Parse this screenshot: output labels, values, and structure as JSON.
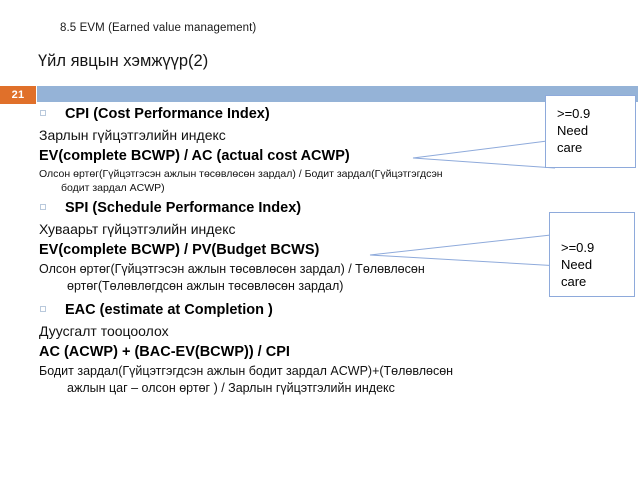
{
  "slide": {
    "number": "21",
    "kicker": "8.5 EVM (Earned value management)",
    "title": "Үйл явцын хэмжүүр(2)",
    "accent_blue": "#95b3d7",
    "accent_orange": "#e0702a",
    "callout_border": "#8eaadb"
  },
  "sections": [
    {
      "heading": "CPI (Cost Performance Index)",
      "gloss": "Зарлын гүйцэтгэлийн индекс",
      "formula": "EV(complete BCWP) / AC (actual cost ACWP)",
      "note_line1": "Олсон өртөг(Гүйцэтгэсэн ажлын төсөвлөсөн зардал) / Бодит зардал(Гүйцэтгэгдсэн",
      "note_line2": "бодит зардал ACWP)"
    },
    {
      "heading": "SPI (Schedule Performance Index)",
      "gloss": "Хуваарьт гүйцэтгэлийн индекс",
      "formula": "EV(complete BCWP) / PV(Budget BCWS)",
      "note_line1": "Олсон өртөг(Гүйцэтгэсэн ажлын төсөвлөсөн зардал) / Төлөвлөсөн",
      "note_line2": "өртөг(Төлөвлөгдсөн ажлын төсөвлөсөн зардал)"
    },
    {
      "heading": "EAC (estimate at Completion )",
      "gloss": "Дуусгалт тооцоолох",
      "formula": "AC (ACWP) + (BAC-EV(BCWP)) / CPI",
      "note_line1": "Бодит зардал(Гүйцэтгэгдсэн ажлын бодит зардал ACWP)+(Төлөвлөсөн",
      "note_line2": "ажлын цаг – олсон өртөг ) /  Зарлын гүйцэтгэлийн индекс"
    }
  ],
  "callouts": [
    {
      "line1": ">=0.9",
      "line2": "Need",
      "line3": "care"
    },
    {
      "line1": ">=0.9",
      "line2": "Need",
      "line3": "care"
    }
  ]
}
